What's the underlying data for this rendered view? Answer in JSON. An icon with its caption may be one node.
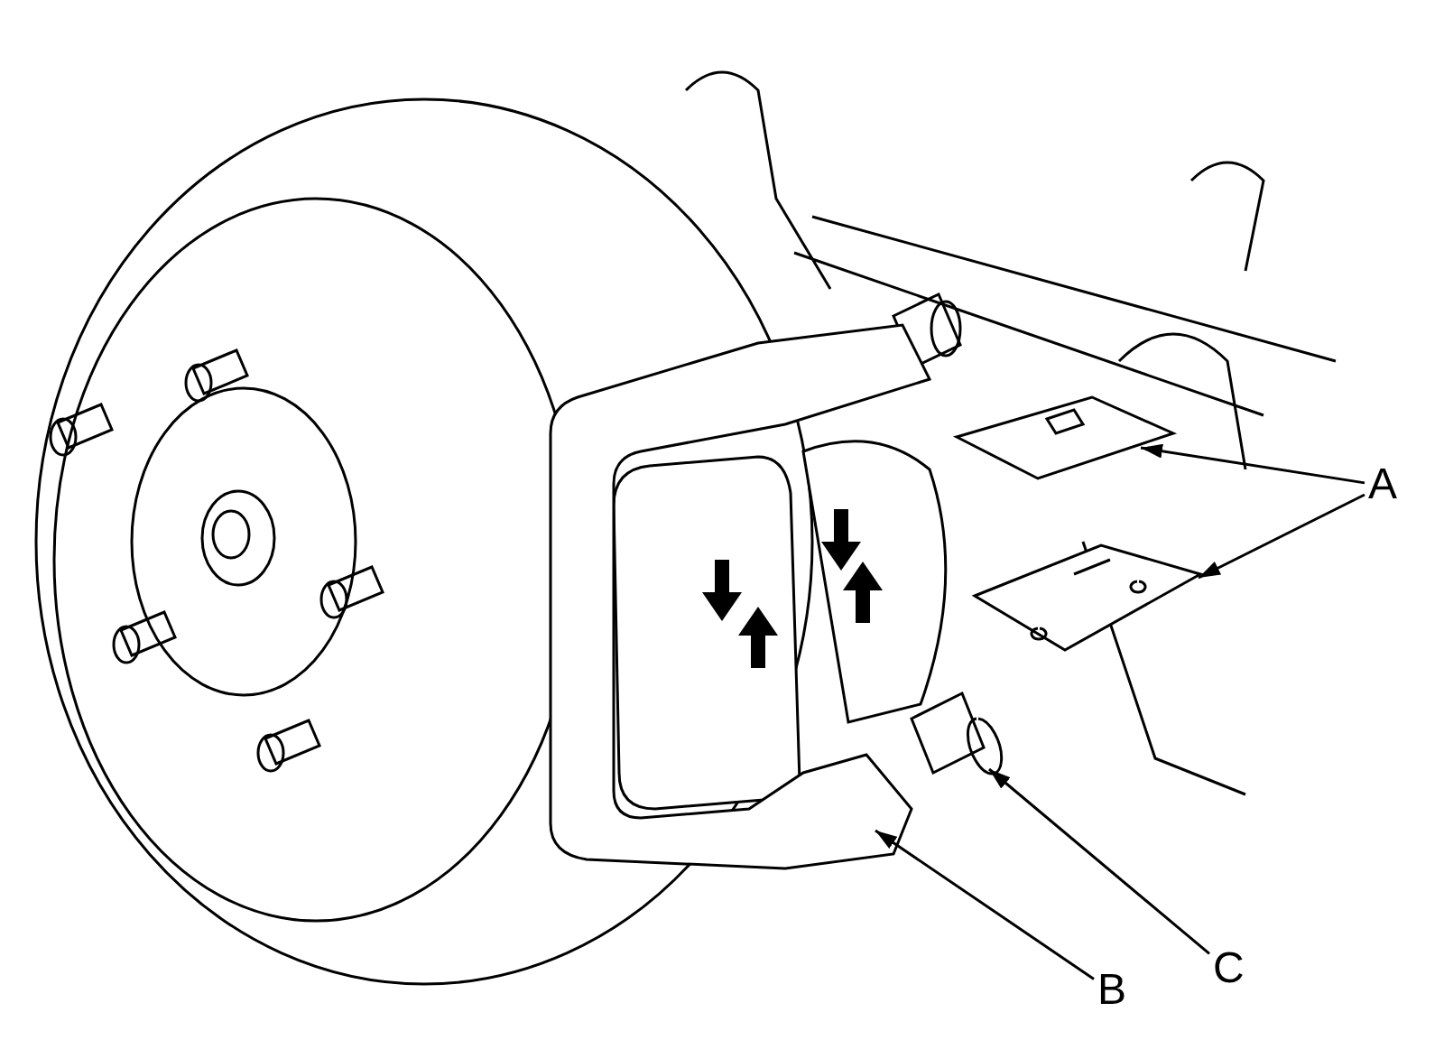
{
  "diagram": {
    "nodes": [
      {
        "text": [
          "A"
        ]
      },
      {
        "text": [],
        "shape": "picture"
      },
      {
        "text": [],
        "shape": "picture"
      },
      {
        "text": [
          "B"
        ]
      },
      {
        "text": [],
        "shape": "picture"
      },
      {
        "text": [
          "C"
        ]
      },
      {
        "text": [],
        "shape": "picture"
      }
    ],
    "edges": [
      {
        "from": 0,
        "to": 1,
        "arrow": "to"
      },
      {
        "from": 0,
        "to": 2,
        "arrow": "to"
      },
      {
        "from": 3,
        "to": 4,
        "arrow": "to"
      },
      {
        "from": 5,
        "to": 6,
        "arrow": "to"
      }
    ]
  }
}
